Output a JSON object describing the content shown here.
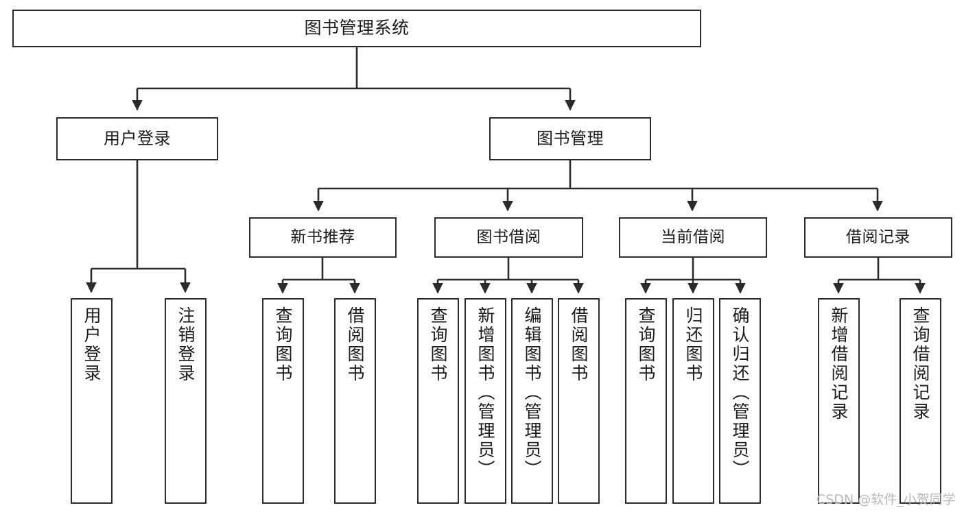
{
  "diagram": {
    "title": "图书管理系统",
    "type": "tree-hierarchy-diagram",
    "watermark": "CSDN @软件_小贺同学",
    "colors": {
      "stroke": "#2b2b2b",
      "fill": "#ffffff",
      "text": "#1b1b1b",
      "watermark": "#b8b8b8"
    },
    "root": {
      "label": "图书管理系统"
    },
    "tier2": [
      {
        "label": "用户登录"
      },
      {
        "label": "图书管理"
      }
    ],
    "tier3": [
      {
        "label": "新书推荐"
      },
      {
        "label": "图书借阅"
      },
      {
        "label": "当前借阅"
      },
      {
        "label": "借阅记录"
      }
    ],
    "leaves": {
      "user_login": [
        {
          "label": "用户登录"
        },
        {
          "label": "注销登录"
        }
      ],
      "new_book_recommend": [
        {
          "label": "查询图书"
        },
        {
          "label": "借阅图书"
        }
      ],
      "book_borrow": [
        {
          "label": "查询图书"
        },
        {
          "label": "新增图书（管理员）"
        },
        {
          "label": "编辑图书（管理员）"
        },
        {
          "label": "借阅图书"
        }
      ],
      "current_borrow": [
        {
          "label": "查询图书"
        },
        {
          "label": "归还图书"
        },
        {
          "label": "确认归还（管理员）"
        }
      ],
      "borrow_records": [
        {
          "label": "新增借阅记录"
        },
        {
          "label": "查询借阅记录"
        }
      ]
    }
  }
}
